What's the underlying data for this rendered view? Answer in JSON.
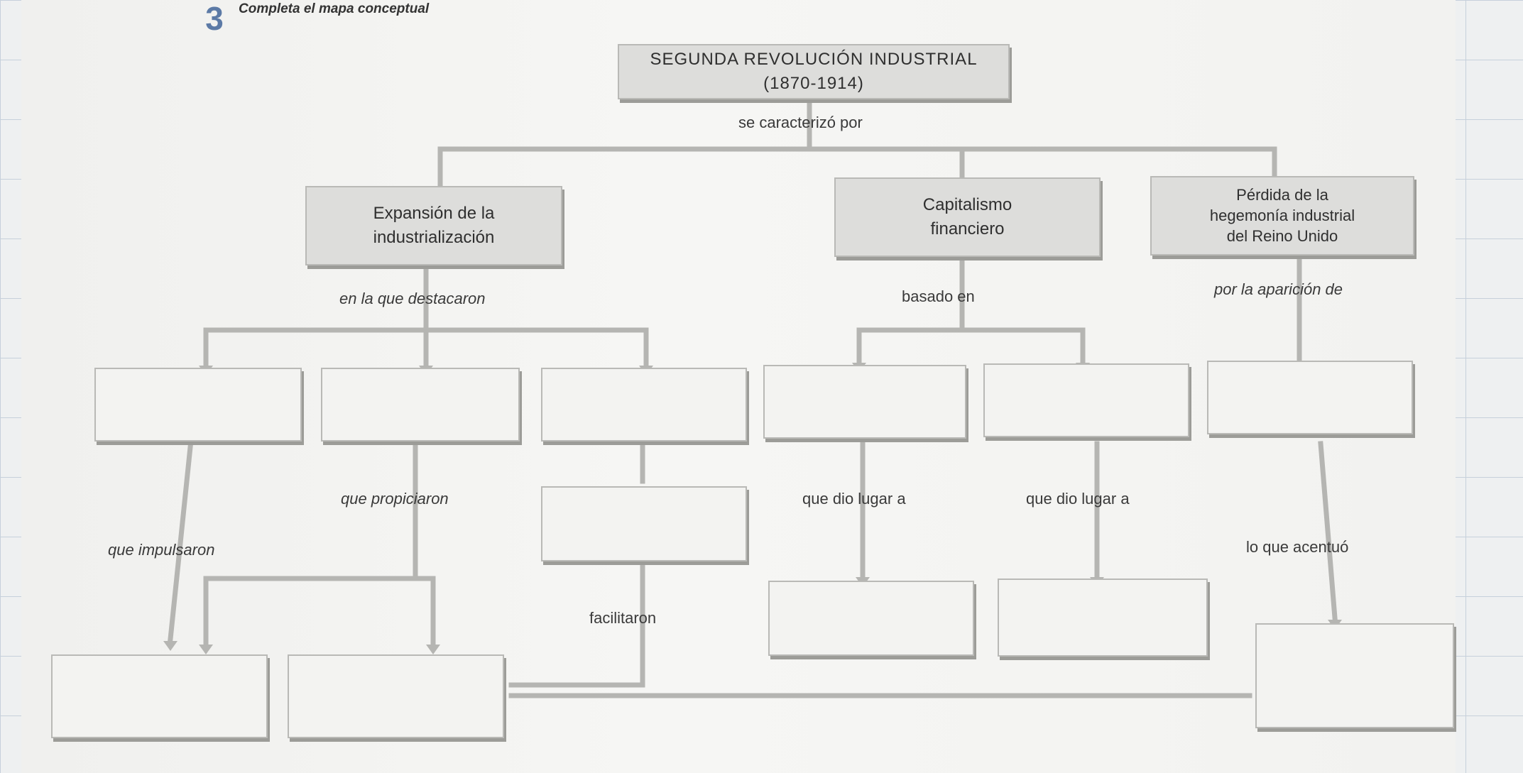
{
  "exercise": {
    "number": "3",
    "instruction": "Completa el mapa conceptual"
  },
  "map": {
    "title_line1": "SEGUNDA REVOLUCIÓN INDUSTRIAL",
    "title_line2": "(1870-1914)",
    "link_main": "se caracterizó por",
    "branches": {
      "expansion": {
        "line1": "Expansión de la",
        "line2": "industrialización",
        "link": "en la que destacaron",
        "link_left": "que impulsaron",
        "link_middle": "que propiciaron",
        "link_bottom": "facilitaron"
      },
      "capitalismo": {
        "line1": "Capitalismo",
        "line2": "financiero",
        "link": "basado en",
        "link_left": "que dio lugar a",
        "link_right": "que dio lugar a"
      },
      "perdida": {
        "line1": "Pérdida de la",
        "line2": "hegemonía industrial",
        "line3": "del Reino Unido",
        "link": "por la aparición de",
        "link_bottom": "lo que acentuó"
      }
    }
  },
  "colors": {
    "box_fill": "#dddddb",
    "empty_fill": "#f3f3f1",
    "connector": "#b5b5b2",
    "grid": "#c6d0db",
    "number_accent": "#5c7aa6"
  }
}
